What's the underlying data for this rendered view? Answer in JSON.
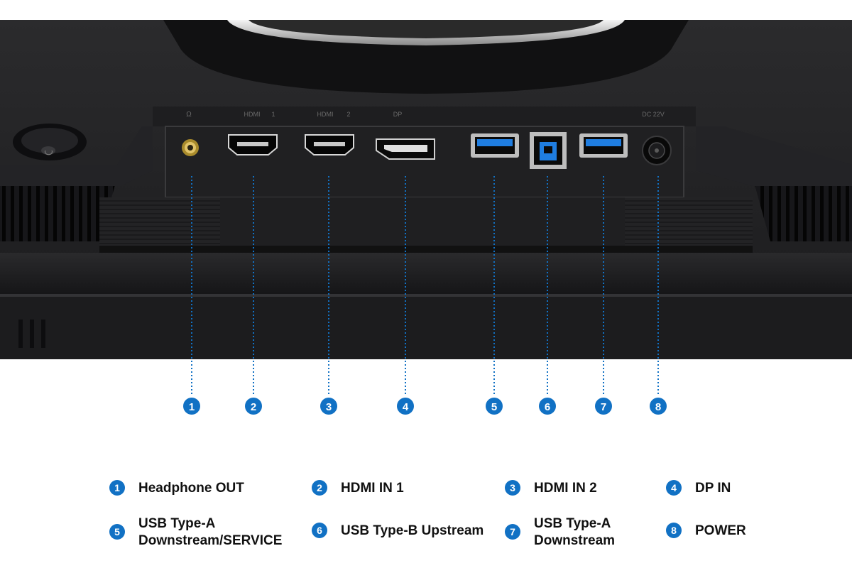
{
  "panel_labels": [
    "HDMI",
    "1",
    "HDMI",
    "2",
    "DP",
    "DC 22V"
  ],
  "ports": [
    {
      "num": "1",
      "label": "Headphone OUT"
    },
    {
      "num": "2",
      "label": "HDMI IN 1"
    },
    {
      "num": "3",
      "label": "HDMI IN 2"
    },
    {
      "num": "4",
      "label": "DP IN"
    },
    {
      "num": "5",
      "label": "USB Type-A\nDownstream/SERVICE"
    },
    {
      "num": "6",
      "label": "USB Type-B Upstream"
    },
    {
      "num": "7",
      "label": "USB Type-A\nDownstream"
    },
    {
      "num": "8",
      "label": "POWER"
    }
  ],
  "colors": {
    "accent": "#1171c4",
    "panel": "#1c1c1e",
    "text": "#111111"
  }
}
